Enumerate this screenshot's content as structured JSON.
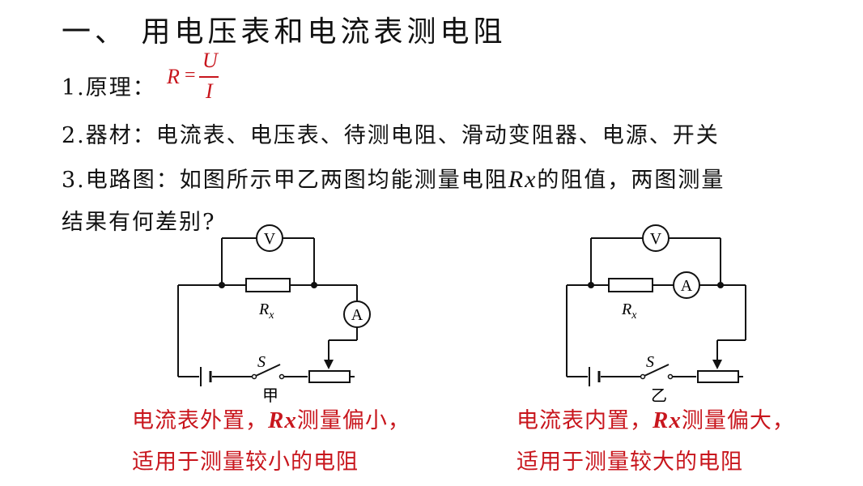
{
  "title": "一、 用电压表和电流表测电阻",
  "principle": {
    "label": "1.原理：",
    "formula": {
      "lhs": "R",
      "eq": "=",
      "numerator": "U",
      "denominator": "I"
    }
  },
  "equipment": {
    "label": "2.器材：",
    "text": "电流表、电压表、待测电阻、滑动变阻器、电源、开关"
  },
  "circuit": {
    "line1_a": "3.电路图：如图所示甲乙两图均能测量电阻",
    "rx": "Rx",
    "line1_b": "的阻值，两图测量",
    "line2": "结果有何差别?"
  },
  "diagrams": {
    "left": {
      "voltmeter": "V",
      "ammeter": "A",
      "resistor_label": "R",
      "resistor_sub": "x",
      "switch_label": "S",
      "caption": "甲"
    },
    "right": {
      "voltmeter": "V",
      "ammeter": "A",
      "resistor_label": "R",
      "resistor_sub": "x",
      "switch_label": "S",
      "caption": "乙"
    }
  },
  "notes": {
    "left": {
      "a": "电流表外置，",
      "rx": "Rx",
      "b": "测量偏小，",
      "line2": "适用于测量较小的电阻"
    },
    "right": {
      "a": "电流表内置，",
      "rx": "Rx",
      "b": "测量偏大，",
      "line2": "适用于测量较大的电阻"
    }
  },
  "colors": {
    "accent": "#c8161d",
    "text": "#111111"
  }
}
